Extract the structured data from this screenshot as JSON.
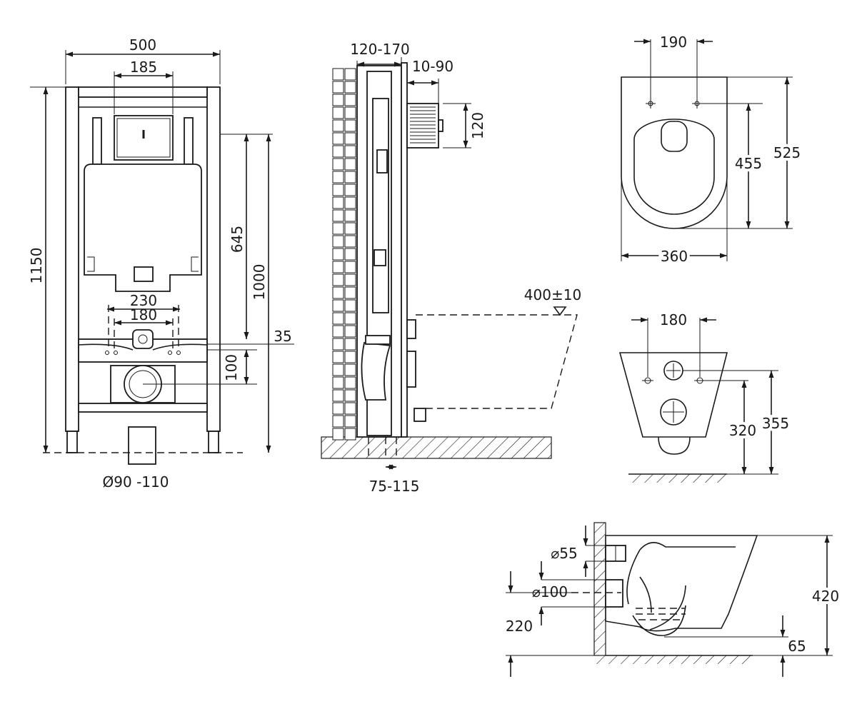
{
  "front_view": {
    "dim_width": "500",
    "dim_flush_plate": "185",
    "dim_height": "1150",
    "dim_inlet_spacing": "230",
    "dim_stud_spacing": "180",
    "dim_645": "645",
    "dim_1000": "1000",
    "dim_35": "35",
    "dim_100": "100",
    "dim_pipe": "Ø90 -110"
  },
  "side_view": {
    "dim_depth": "120-170",
    "dim_plate_offset": "10-90",
    "dim_plate_height": "120",
    "dim_seat_height": "400±10",
    "dim_floor_offset": "75-115"
  },
  "top_view": {
    "dim_mount_holes": "190",
    "dim_455": "455",
    "dim_525": "525",
    "dim_width": "360"
  },
  "rear_view": {
    "dim_stud_spacing": "180",
    "dim_320": "320",
    "dim_355": "355"
  },
  "profile_view": {
    "dim_inlet_diameter": "⌀55",
    "dim_outlet_diameter": "⌀100",
    "dim_220": "220",
    "dim_420": "420",
    "dim_65": "65"
  }
}
